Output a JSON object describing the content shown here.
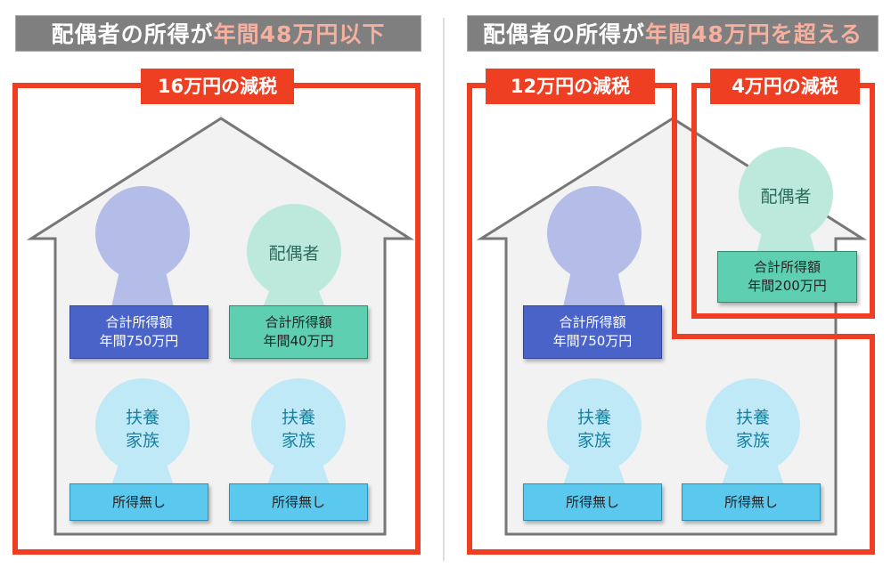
{
  "left": {
    "header_prefix": "配偶者の所得が",
    "header_highlight": "年間48万円以下",
    "tax_cut_label": "16万円の減税",
    "taxpayer": {
      "line1": "合計所得額",
      "line2": "年間750万円"
    },
    "spouse": {
      "name": "配偶者",
      "line1": "合計所得額",
      "line2": "年間40万円"
    },
    "children": [
      {
        "name_line1": "扶養",
        "name_line2": "家族",
        "income": "所得無し"
      },
      {
        "name_line1": "扶養",
        "name_line2": "家族",
        "income": "所得無し"
      }
    ]
  },
  "right": {
    "header_prefix": "配偶者の所得が",
    "header_highlight": "年間48万円を超える",
    "tax_cut_label_main": "12万円の減税",
    "tax_cut_label_spouse": "4万円の減税",
    "taxpayer": {
      "line1": "合計所得額",
      "line2": "年間750万円"
    },
    "spouse": {
      "name": "配偶者",
      "line1": "合計所得額",
      "line2": "年間200万円"
    },
    "children": [
      {
        "name_line1": "扶養",
        "name_line2": "家族",
        "income": "所得無し"
      },
      {
        "name_line1": "扶養",
        "name_line2": "家族",
        "income": "所得無し"
      }
    ]
  },
  "colors": {
    "accent_red": "#ee3f23",
    "taxpayer": "#4a63c9",
    "spouse": "#5ecfb0",
    "child": "#5bc8ee"
  }
}
